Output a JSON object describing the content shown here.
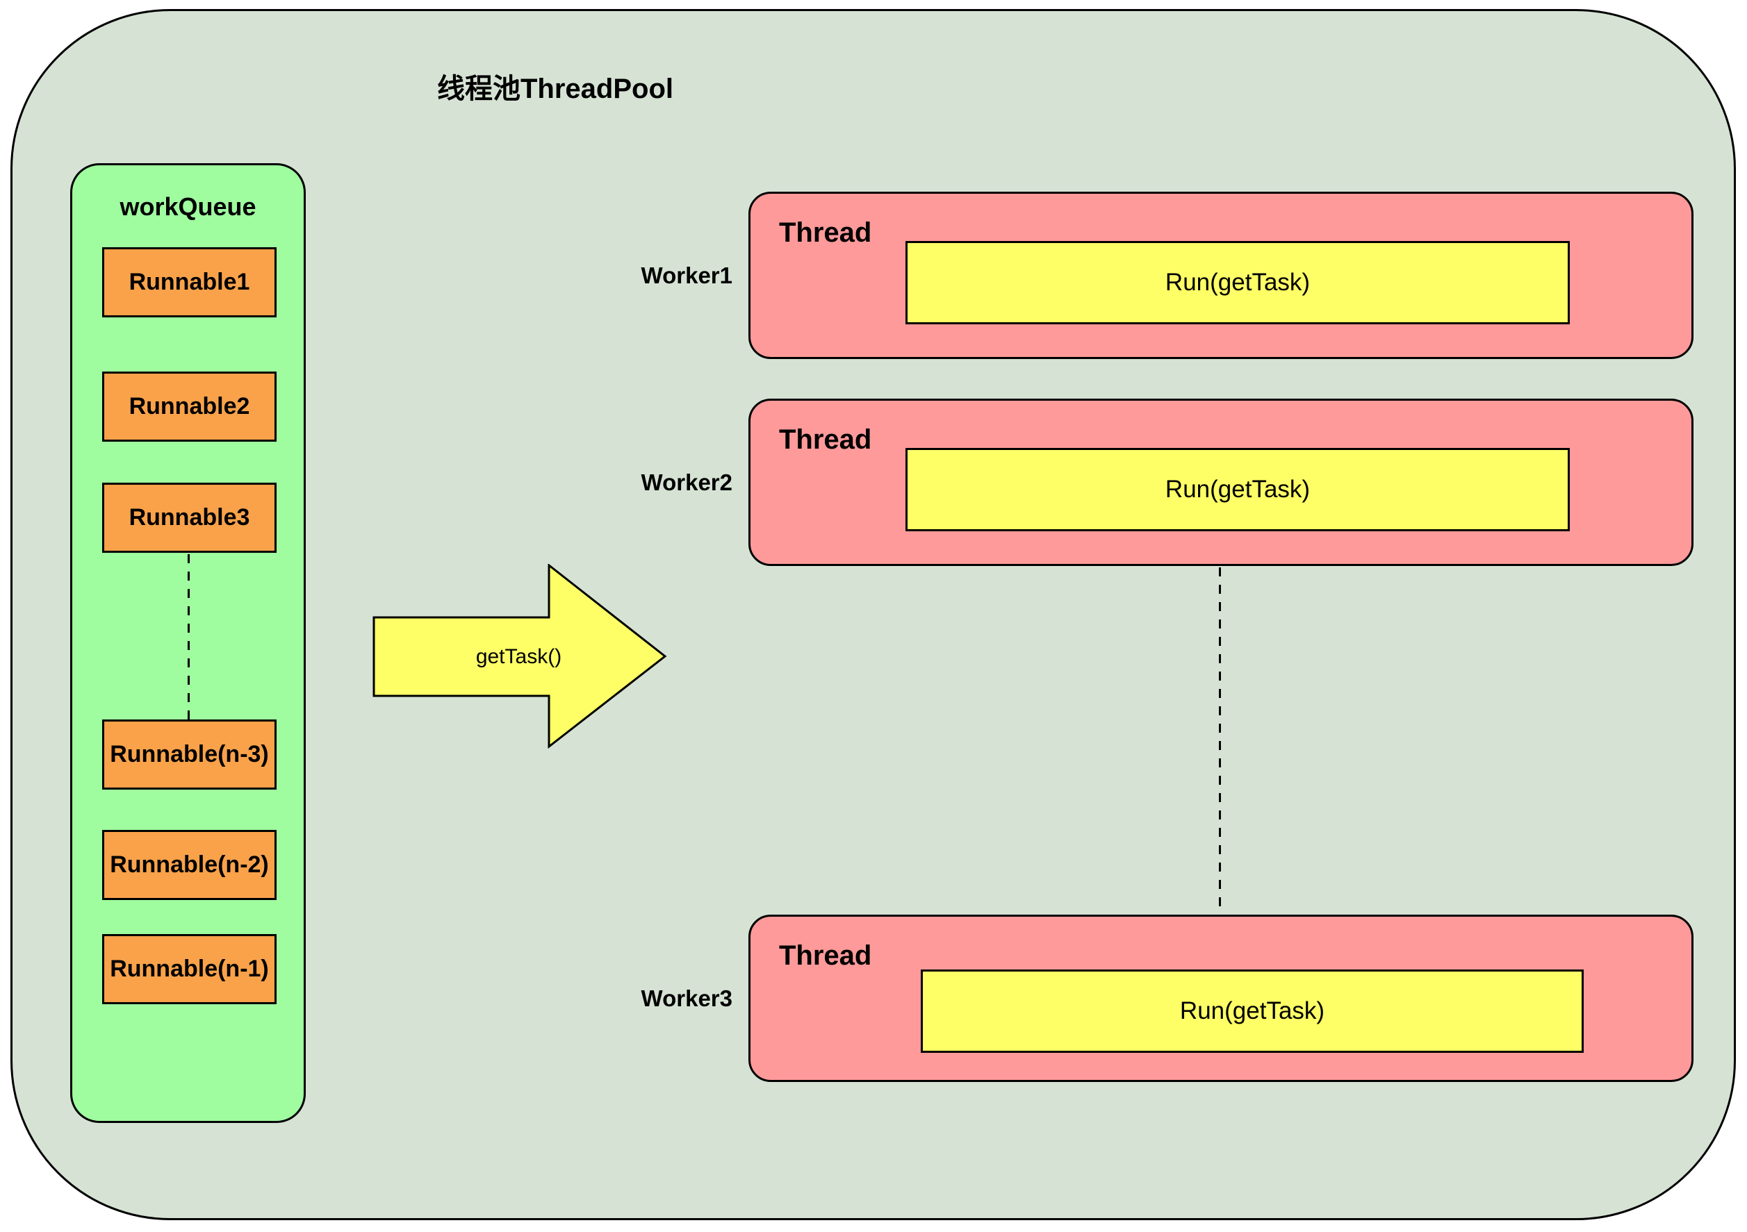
{
  "diagram": {
    "title": "线程池ThreadPool",
    "colors": {
      "page_background": "#ffffff",
      "pool_fill": "#d6e3d4",
      "queue_fill": "#9ffc9f",
      "runnable_fill": "#f9a24a",
      "thread_fill": "#ff9a9a",
      "yellow_fill": "#feff66",
      "stroke": "#000000"
    },
    "work_queue": {
      "label": "workQueue",
      "head_tasks": [
        "Runnable1",
        "Runnable2",
        "Runnable3"
      ],
      "tail_tasks": [
        "Runnable(n-3)",
        "Runnable(n-2)",
        "Runnable(n-1)"
      ]
    },
    "arrow": {
      "label": "getTask()"
    },
    "workers": [
      {
        "name": "Worker1",
        "thread_label": "Thread",
        "run_label": "Run(getTask)"
      },
      {
        "name": "Worker2",
        "thread_label": "Thread",
        "run_label": "Run(getTask)"
      },
      {
        "name": "Worker3",
        "thread_label": "Thread",
        "run_label": "Run(getTask)"
      }
    ]
  }
}
